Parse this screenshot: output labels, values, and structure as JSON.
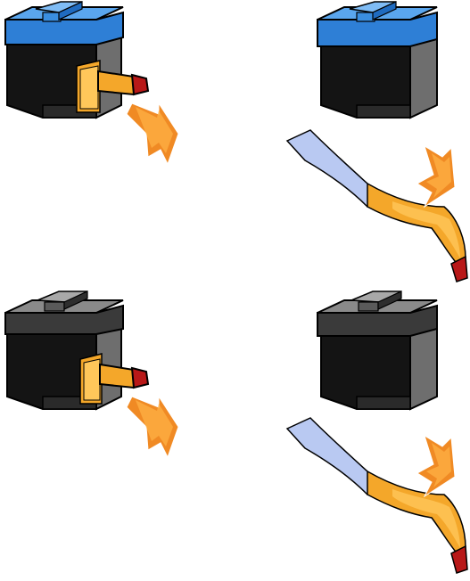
{
  "figure": {
    "subject": "ink-cartridge-tape-removal",
    "steps": [
      {
        "id": "color-before",
        "cartridge": "color",
        "tape_state": "attached"
      },
      {
        "id": "color-after",
        "cartridge": "color",
        "tape_state": "removed"
      },
      {
        "id": "black-before",
        "cartridge": "black",
        "tape_state": "attached"
      },
      {
        "id": "black-after",
        "cartridge": "black",
        "tape_state": "removed"
      }
    ],
    "colors": {
      "color_cap": "#2e7fd6",
      "color_cap_top": "#5aa6ee",
      "black_cap": "#3a3a3a",
      "black_cap_top": "#8a8a8a",
      "body_dark": "#141414",
      "body_gray": "#6e6e6e",
      "tape_orange": "#f4a72a",
      "tape_orange_light": "#ffc75a",
      "tape_red_tip": "#b81818",
      "tape_blue_strip": "#b9c9f2",
      "arrow_orange": "#f08a24",
      "arrow_orange_light": "#ffb347"
    },
    "icons": [
      "cartridge-icon",
      "pull-tab-icon",
      "pull-arrow-icon",
      "peeled-tape-icon"
    ]
  }
}
